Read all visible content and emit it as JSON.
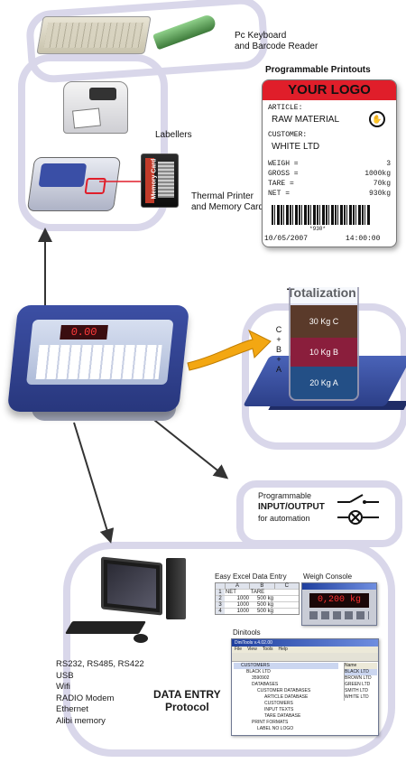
{
  "captions": {
    "keyboard": "Pc Keyboard",
    "barcode": "and Barcode Reader",
    "labellers": "Labellers",
    "thermal": "Thermal Printer",
    "memory": "and Memory Card",
    "memory_card_text": "Memory Card",
    "printouts": "Programmable Printouts",
    "totalization": "Totalization",
    "io_line1": "Programmable",
    "io_line2": "INPUT/OUTPUT",
    "io_line3": "for automation",
    "excel": "Easy Excel Data Entry",
    "weigh_console": "Weigh Console",
    "dinitools": "Dinitools",
    "data_entry_1": "DATA ENTRY",
    "data_entry_2": "Protocol"
  },
  "label": {
    "logo": "YOUR LOGO",
    "article_label": "ARTICLE:",
    "article_value": "RAW MATERIAL",
    "customer_label": "CUSTOMER:",
    "customer_value": "WHITE LTD",
    "rows": [
      {
        "k": "WEIGH =",
        "v": "3"
      },
      {
        "k": "GROSS =",
        "v": "1000kg"
      },
      {
        "k": "TARE =",
        "v": "70kg"
      },
      {
        "k": "NET =",
        "v": "930kg"
      }
    ],
    "barcode_number": "*930*",
    "date": "10/05/2007",
    "time": "14:00:00"
  },
  "beaker": {
    "layers": [
      {
        "text": "30 Kg C",
        "color": "#5a3a2a"
      },
      {
        "text": "10 Kg B",
        "color": "#8a1e3c"
      },
      {
        "text": "20 Kg A",
        "color": "#234f86"
      }
    ],
    "side_labels": [
      "C",
      "+",
      "B",
      "+",
      "A"
    ]
  },
  "indicator_display": "0.00",
  "console_display": "0,200 kg",
  "excel_sheet": {
    "columns": [
      "A",
      "B",
      "C"
    ],
    "rows": [
      [
        "1",
        "NET",
        "TARE"
      ],
      [
        "2",
        "1000",
        "500 kg"
      ],
      [
        "3",
        "1000",
        "500 kg"
      ],
      [
        "4",
        "1000",
        "500 kg"
      ]
    ]
  },
  "dinitools": {
    "title": "DiniTools v.4.02.00",
    "menu": [
      "File",
      "View",
      "Tools",
      "Help"
    ],
    "tree": [
      {
        "text": "CUSTOMERS",
        "level": 0
      },
      {
        "text": "BLACK LTD",
        "level": 1
      },
      {
        "text": "3590902",
        "level": 2
      },
      {
        "text": "DATABASES",
        "level": 2
      },
      {
        "text": "CUSTOMER DATABASES",
        "level": 3
      },
      {
        "text": "ARTICLE DATABASE",
        "level": 4
      },
      {
        "text": "CUSTOMERS",
        "level": 4
      },
      {
        "text": "INPUT TEXTS",
        "level": 4
      },
      {
        "text": "TARE DATABASE",
        "level": 4
      },
      {
        "text": "PRINT FORMATS",
        "level": 2
      },
      {
        "text": "LABEL NO LOGO",
        "level": 3
      }
    ],
    "list_header": "Name",
    "list": [
      "BLACK LTD",
      "BROWN LTD",
      "GREEN LTD",
      "SMITH LTD",
      "WHITE LTD"
    ]
  },
  "interfaces": [
    "RS232, RS485, RS422",
    "USB",
    "Wifi",
    "RADIO Modem",
    "Ethernet",
    "Alibi memory"
  ],
  "colors": {
    "accent_red": "#e01e2a",
    "arrow_yellow": "#f3a712",
    "loop": "#d9d7ea",
    "indicator_blue": "#34479a"
  }
}
